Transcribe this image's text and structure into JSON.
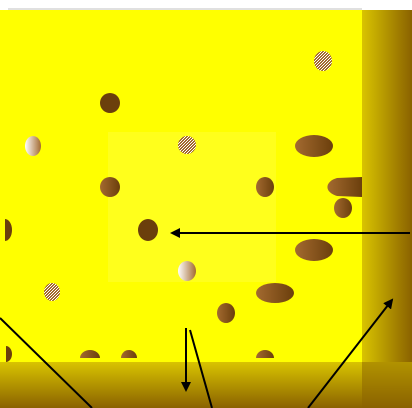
{
  "scene": {
    "subject": "cheese-block-with-holes",
    "colors": {
      "cheese": "#ffff00",
      "cheese_light": "#ffff33",
      "cheese_edge_dark": "#8a6200",
      "cheese_edge_mid": "#d9c400",
      "hole_dark": "#6b3f0c",
      "hole_mid": "#a36a30",
      "hole_light": "#ffffff",
      "arrow": "#000000",
      "top_rim": "#e0e0e0"
    },
    "holes": [
      {
        "kind": "speckled-round"
      },
      {
        "kind": "dark-round"
      },
      {
        "kind": "light-round"
      },
      {
        "kind": "speckled-round"
      },
      {
        "kind": "dark-oval"
      },
      {
        "kind": "mid-round"
      },
      {
        "kind": "mid-round"
      },
      {
        "kind": "dark-oval-cut"
      },
      {
        "kind": "mid-round"
      },
      {
        "kind": "half-round-left"
      },
      {
        "kind": "dark-round"
      },
      {
        "kind": "dark-oval"
      },
      {
        "kind": "light-round"
      },
      {
        "kind": "dark-oval"
      },
      {
        "kind": "speckled-round"
      },
      {
        "kind": "mid-round"
      },
      {
        "kind": "half-round-left"
      },
      {
        "kind": "mid-half-round"
      },
      {
        "kind": "mid-half-round"
      },
      {
        "kind": "mid-half-round"
      }
    ],
    "arrows": [
      {
        "kind": "horizontal-arrow-pointing-left"
      },
      {
        "kind": "diagonal-arrow-up-right"
      },
      {
        "kind": "vertical-arrow-down"
      }
    ],
    "lines": [
      {
        "kind": "diagonal-line"
      },
      {
        "kind": "diagonal-line"
      },
      {
        "kind": "diagonal-line"
      }
    ]
  }
}
